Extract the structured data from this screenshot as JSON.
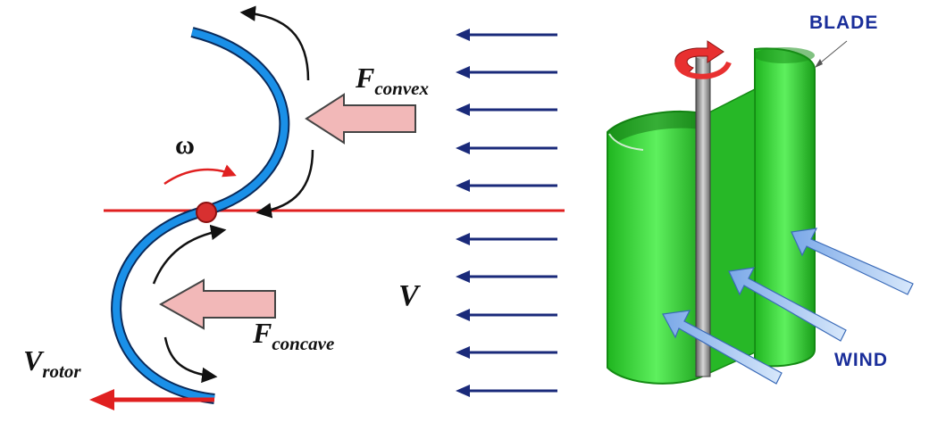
{
  "labels": {
    "omega": "ω",
    "f_convex_main": "F",
    "f_convex_sub": "convex",
    "f_concave_main": "F",
    "f_concave_sub": "concave",
    "wind_speed": "V",
    "v_rotor_main": "V",
    "v_rotor_sub": "rotor",
    "blade": "BLADE",
    "wind": "WIND"
  },
  "colors": {
    "blade_fill": "#1a90e8",
    "blade_outline": "#0a2a5a",
    "axis_line": "#e02020",
    "force_arrow_fill": "#f2b8b8",
    "wind_arrow": "#1a2a7a",
    "rotor_body": "#2fd12f",
    "shaft": "#808080",
    "rotation_arrow": "#e02020",
    "wind_3d_arrow": "#a8c8f0",
    "label_blue": "#1a2e9a"
  }
}
